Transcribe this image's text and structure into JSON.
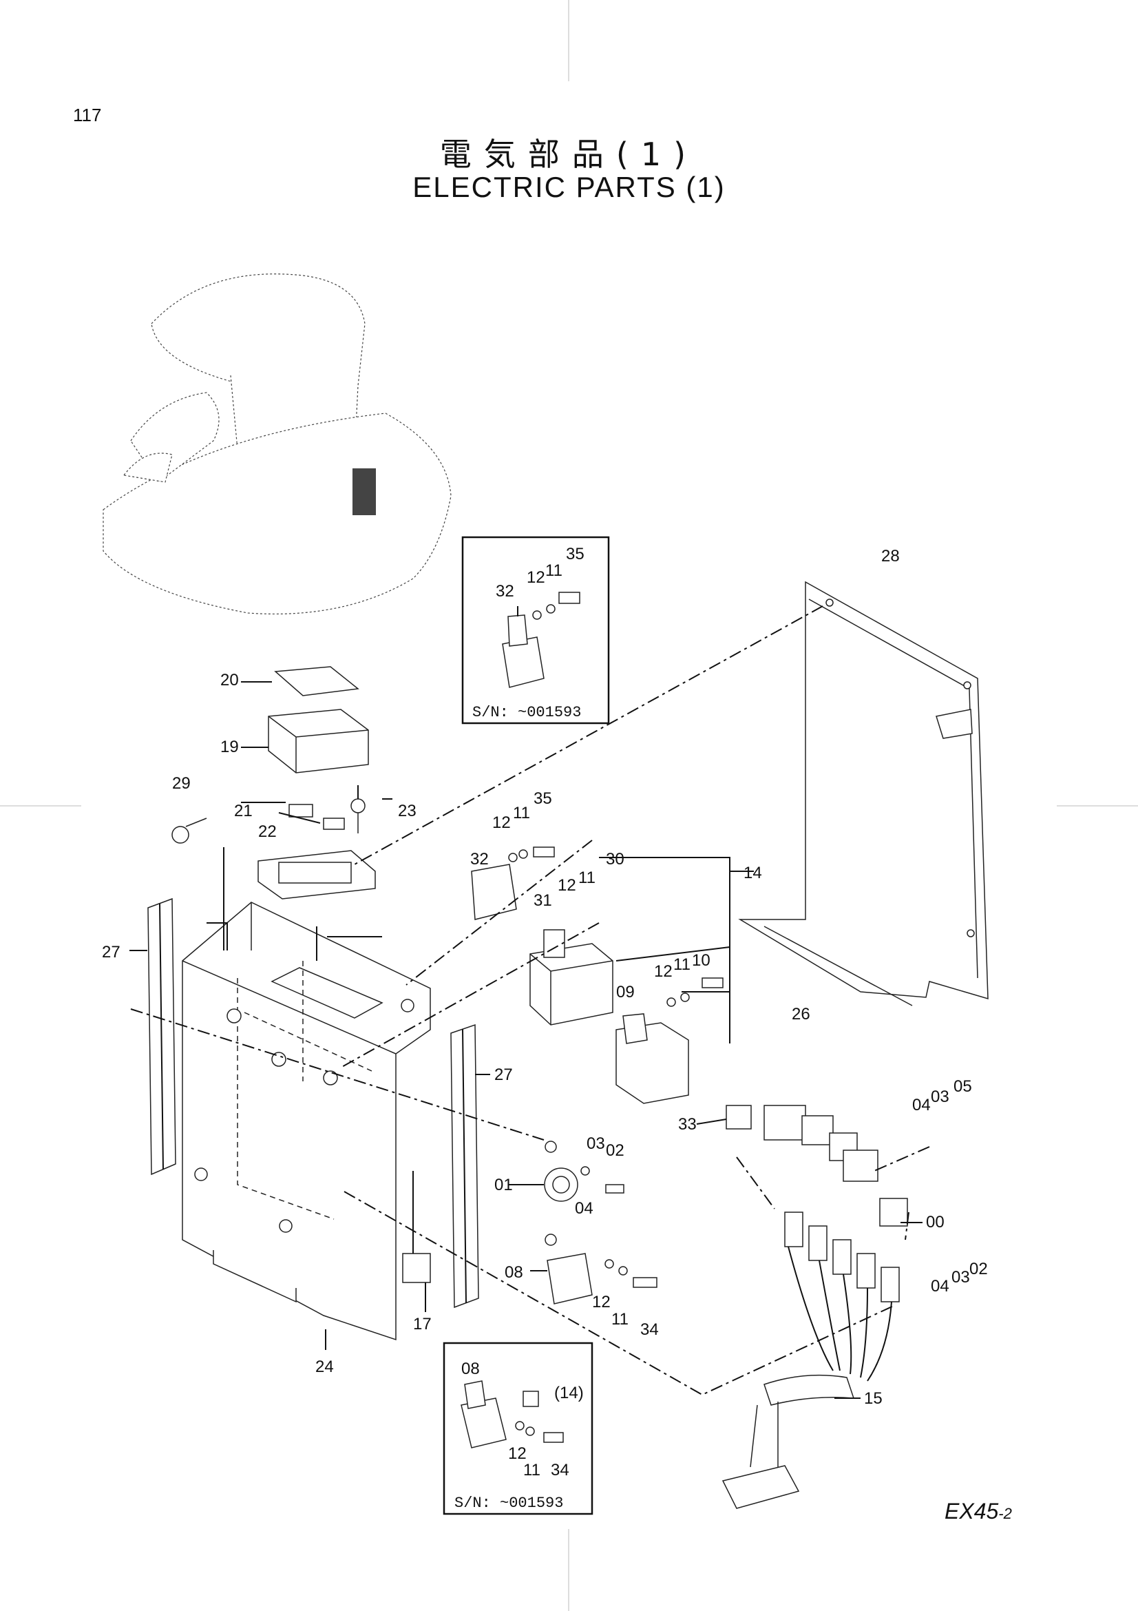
{
  "page": {
    "number": "117",
    "title_jp": "電気部品(1)",
    "title_en": "ELECTRIC PARTS (1)",
    "model_code": "EX45",
    "model_suffix": "-2"
  },
  "insets": [
    {
      "id": "inset-top",
      "serial_note": "S/N:  ~001593",
      "callouts": [
        "32",
        "12",
        "11",
        "35"
      ]
    },
    {
      "id": "inset-bottom",
      "serial_note": "S/N:  ~001593",
      "callouts": [
        "08",
        "(14)",
        "12",
        "11",
        "34"
      ]
    }
  ],
  "callouts": {
    "c00": "00",
    "c01": "01",
    "c02a": "02",
    "c02b": "02",
    "c03a": "03",
    "c03b": "03",
    "c03c": "03",
    "c04a": "04",
    "c04b": "04",
    "c04c": "04",
    "c05": "05",
    "c08": "08",
    "c09": "09",
    "c10": "10",
    "c11a": "11",
    "c11b": "11",
    "c11c": "11",
    "c11d": "11",
    "c12a": "12",
    "c12b": "12",
    "c12c": "12",
    "c12d": "12",
    "c14": "14",
    "c15": "15",
    "c17": "17",
    "c19": "19",
    "c20": "20",
    "c21": "21",
    "c22": "22",
    "c23": "23",
    "c24": "24",
    "c26": "26",
    "c27a": "27",
    "c27b": "27",
    "c28": "28",
    "c29": "29",
    "c30": "30",
    "c31": "31",
    "c32": "32",
    "c33": "33",
    "c34": "34",
    "c35": "35"
  }
}
